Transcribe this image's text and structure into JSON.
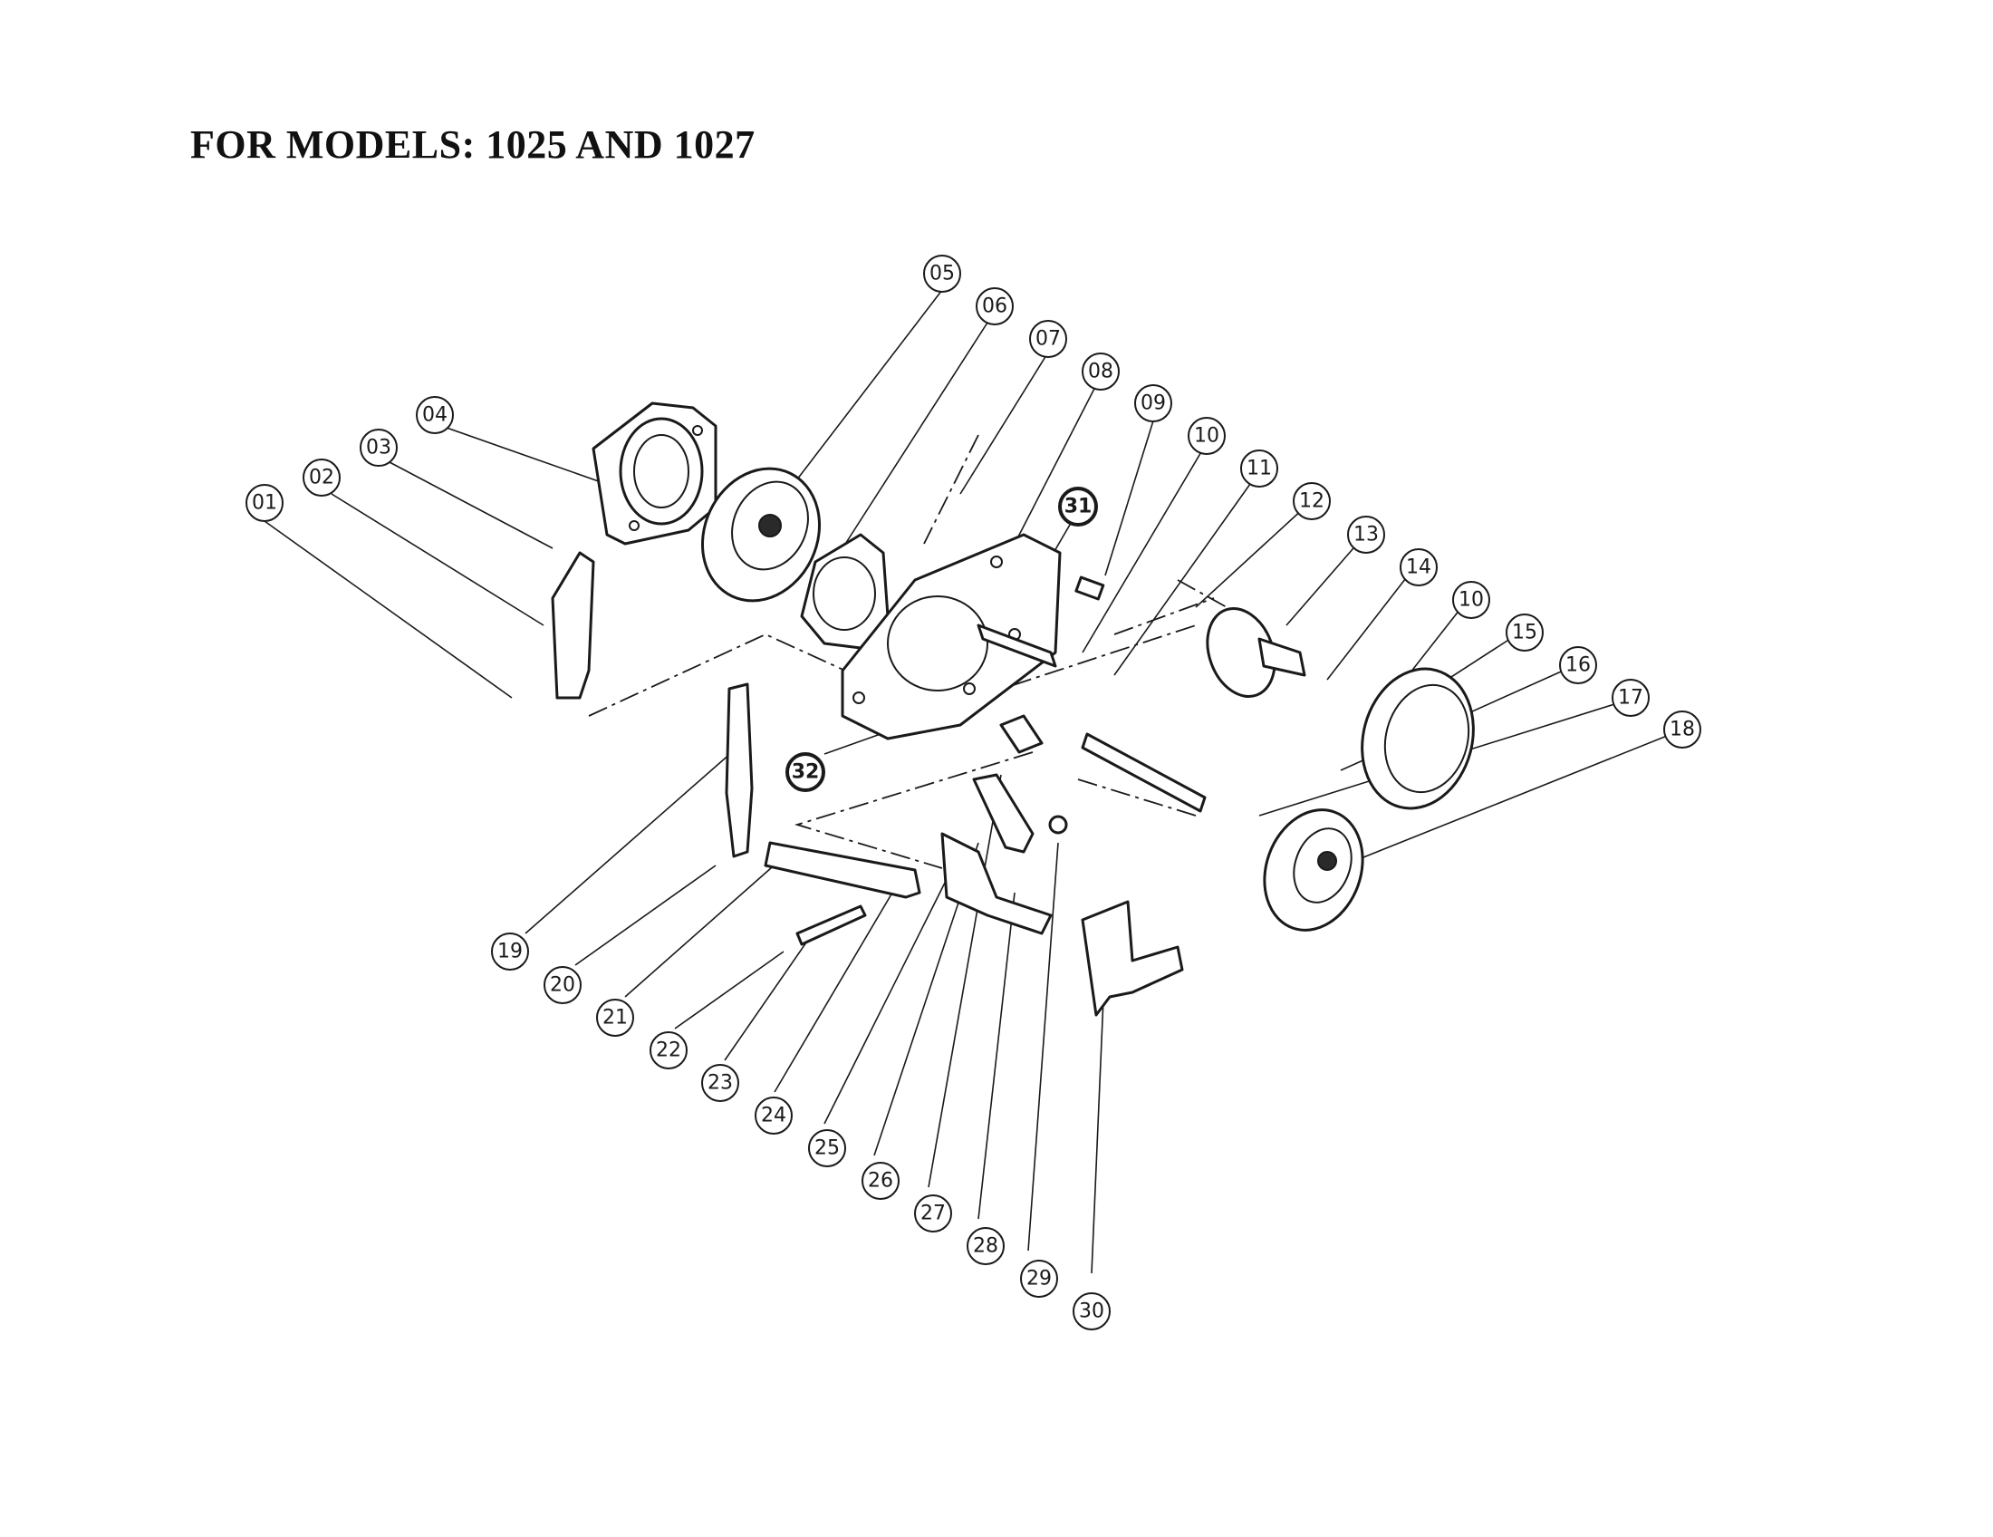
{
  "title": "FOR MODELS: 1025 AND 1027",
  "callouts": [
    {
      "id": "c01",
      "label": "01"
    },
    {
      "id": "c02",
      "label": "02"
    },
    {
      "id": "c03",
      "label": "03"
    },
    {
      "id": "c04",
      "label": "04"
    },
    {
      "id": "c05",
      "label": "05"
    },
    {
      "id": "c06",
      "label": "06"
    },
    {
      "id": "c07",
      "label": "07"
    },
    {
      "id": "c08",
      "label": "08"
    },
    {
      "id": "c09",
      "label": "09"
    },
    {
      "id": "c10a",
      "label": "10"
    },
    {
      "id": "c11",
      "label": "11"
    },
    {
      "id": "c12",
      "label": "12"
    },
    {
      "id": "c13",
      "label": "13"
    },
    {
      "id": "c14",
      "label": "14"
    },
    {
      "id": "c10b",
      "label": "10"
    },
    {
      "id": "c15",
      "label": "15"
    },
    {
      "id": "c16",
      "label": "16"
    },
    {
      "id": "c17",
      "label": "17"
    },
    {
      "id": "c18",
      "label": "18"
    },
    {
      "id": "c19",
      "label": "19"
    },
    {
      "id": "c20",
      "label": "20"
    },
    {
      "id": "c21",
      "label": "21"
    },
    {
      "id": "c22",
      "label": "22"
    },
    {
      "id": "c23",
      "label": "23"
    },
    {
      "id": "c24",
      "label": "24"
    },
    {
      "id": "c25",
      "label": "25"
    },
    {
      "id": "c26",
      "label": "26"
    },
    {
      "id": "c27",
      "label": "27"
    },
    {
      "id": "c28",
      "label": "28"
    },
    {
      "id": "c29",
      "label": "29"
    },
    {
      "id": "c30",
      "label": "30"
    },
    {
      "id": "c31",
      "label": "31",
      "emphasis": true
    },
    {
      "id": "c32",
      "label": "32",
      "emphasis": true
    }
  ]
}
